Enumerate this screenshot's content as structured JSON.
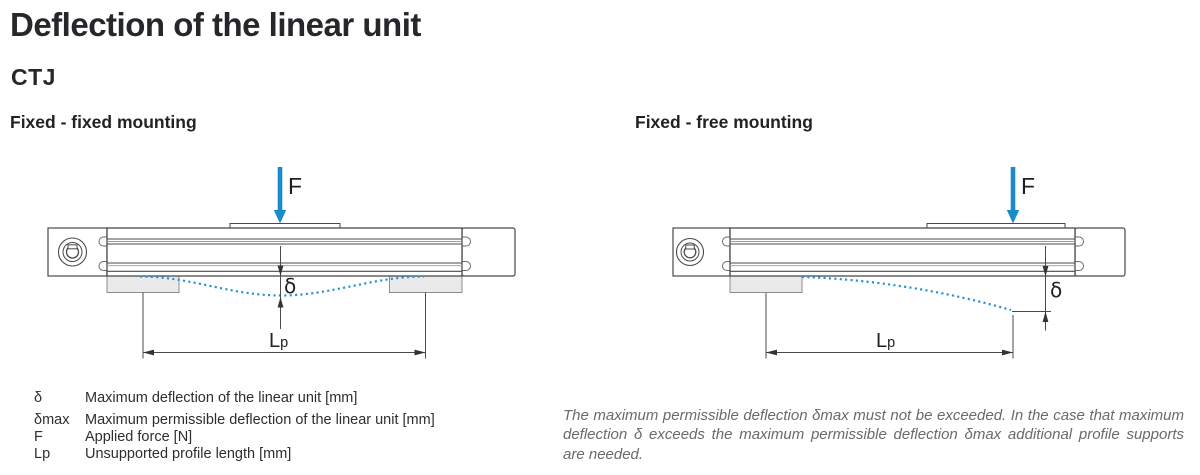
{
  "page": {
    "title": "Deflection of the linear unit",
    "subtitle": "CTJ"
  },
  "diagrams": {
    "left": {
      "heading": "Fixed - fixed mounting",
      "force_label": "F",
      "deflection_label": "δ",
      "length_label_main": "L",
      "length_label_sub": "p"
    },
    "right": {
      "heading": "Fixed - free mounting",
      "force_label": "F",
      "deflection_label": "δ",
      "length_label_main": "L",
      "length_label_sub": "p"
    }
  },
  "legend": {
    "rows": [
      {
        "symbol": "δ",
        "description": "Maximum deflection of the linear unit [mm]"
      },
      {
        "symbol": "δmax",
        "description": "Maximum permissible deflection of the linear unit [mm]"
      },
      {
        "symbol": "F",
        "description": "Applied force [N]"
      },
      {
        "symbol": "Lp",
        "description": "Unsupported profile length [mm]"
      }
    ]
  },
  "note": {
    "text": "The maximum permissible deflection δmax must not be exceeded. In the case that maximum deflection δ exceeds the maximum permissible deflection δmax additional profile supports are needed."
  },
  "colors": {
    "accent_blue": "#1b8ac9",
    "curve_blue": "#2093d2",
    "line_dark": "#4a4a4a",
    "support_fill": "#eaeaea",
    "title_dark": "#27272b",
    "note_gray": "#6a6a6a"
  }
}
